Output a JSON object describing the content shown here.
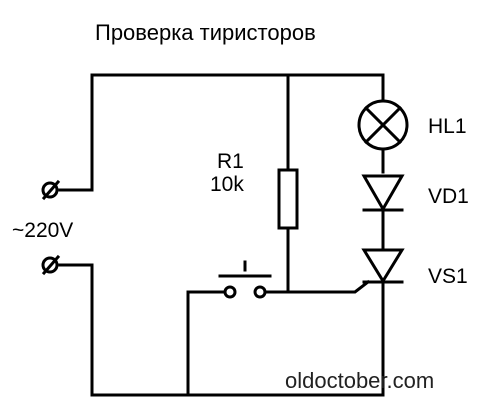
{
  "title": "Проверка тиристоров",
  "components": {
    "resistor": {
      "ref": "R1",
      "value": "10k"
    },
    "lamp": {
      "ref": "HL1"
    },
    "diode": {
      "ref": "VD1"
    },
    "thyristor": {
      "ref": "VS1"
    }
  },
  "supply": {
    "label": "~220V"
  },
  "watermark": "oldoctober.com"
}
